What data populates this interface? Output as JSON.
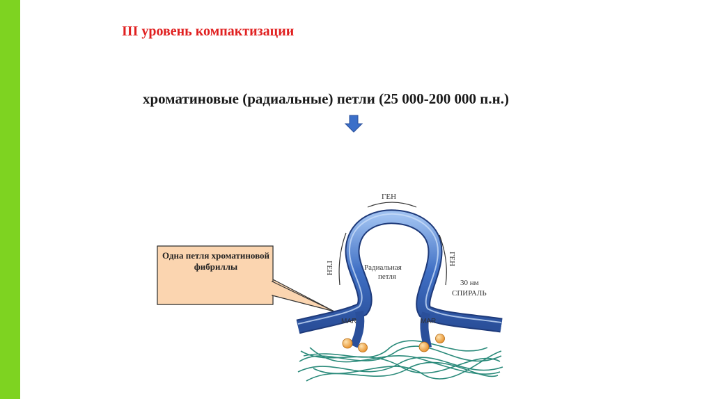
{
  "slide": {
    "title": "III уровень компактизации",
    "subtitle": "хроматиновые (радиальные) петли (25 000-200 000 п.н.)"
  },
  "diagram": {
    "callout": "Одна петля хроматиновой фибриллы",
    "gene_top": "ГЕН",
    "gene_left": "ГЕН",
    "gene_right": "ГЕН",
    "loop_label_line1": "Радиальная",
    "loop_label_line2": "петля",
    "spiral_line1": "30 нм",
    "spiral_line2": "СПИРАЛЬ",
    "mar_left": "MAR",
    "mar_right": "MAR"
  },
  "colors": {
    "accent_bar": "#7ed321",
    "title": "#e02020",
    "callout_fill": "#fbd5b0",
    "fiber": "#4a78c8",
    "scaffold": "#2a8a7a",
    "protein": "#f0a030",
    "arrow": "#3b6fc9"
  }
}
